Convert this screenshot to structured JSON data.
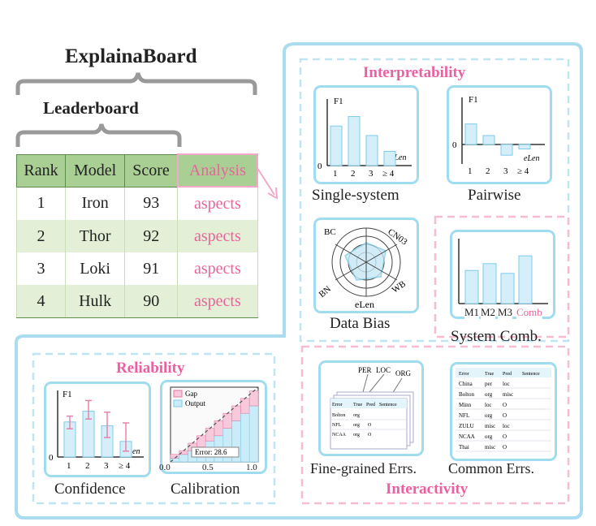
{
  "title": "ExplainaBoard",
  "subtitle": "Leaderboard",
  "table": {
    "headers": [
      "Rank",
      "Model",
      "Score",
      "Analysis"
    ],
    "rows": [
      {
        "rank": "1",
        "model": "Iron",
        "score": "93",
        "analysis": "aspects"
      },
      {
        "rank": "2",
        "model": "Thor",
        "score": "92",
        "analysis": "aspects"
      },
      {
        "rank": "3",
        "model": "Loki",
        "score": "91",
        "analysis": "aspects"
      },
      {
        "rank": "4",
        "model": "Hulk",
        "score": "90",
        "analysis": "aspects"
      }
    ]
  },
  "sections": {
    "interpretability": "Interpretability",
    "reliability": "Reliability",
    "interactivity": "Interactivity"
  },
  "cards": {
    "single_system": "Single-system",
    "pairwise": "Pairwise",
    "data_bias": "Data Bias",
    "system_comb": "System Comb.",
    "fine_grained": "Fine-grained Errs.",
    "common_errs": "Common Errs.",
    "confidence": "Confidence",
    "calibration": "Calibration"
  },
  "axis": {
    "f1": "F1",
    "elen": "eLen",
    "zero": "0",
    "bucket_ticks": [
      "1",
      "2",
      "3",
      "≥ 4"
    ],
    "comb_ticks": [
      "M1",
      "M2",
      "M3",
      "Comb"
    ],
    "calib_ticks": [
      "0.0",
      "0.5",
      "1.0"
    ]
  },
  "radar": {
    "labels": [
      "BC",
      "CN03",
      "BN",
      "WB",
      "eLen"
    ]
  },
  "calibration": {
    "legend": [
      "Gap",
      "Output"
    ],
    "error_label": "Error: 28.6"
  },
  "fine_grained": {
    "tags": [
      "PER",
      "LOC",
      "ORG"
    ],
    "headers": [
      "Error",
      "True",
      "Pred",
      "Sentence"
    ],
    "rows": [
      [
        "Bolton",
        "org",
        ""
      ],
      [
        "NFL",
        "org",
        "O"
      ],
      [
        "NCAA",
        "org",
        "O"
      ]
    ]
  },
  "common_errs": {
    "headers": [
      "Error",
      "True",
      "Pred",
      "Sentence"
    ],
    "rows": [
      [
        "China",
        "per",
        "loc"
      ],
      [
        "Bolton",
        "org",
        "misc"
      ],
      [
        "Minn",
        "loc",
        "O"
      ],
      [
        "NFL",
        "org",
        "O"
      ],
      [
        "ZULU",
        "misc",
        "loc"
      ],
      [
        "NCAA",
        "org",
        "O"
      ],
      [
        "Thai",
        "misc",
        "O"
      ]
    ]
  },
  "chart_data": [
    {
      "type": "bar",
      "name": "single-system",
      "categories": [
        "1",
        "2",
        "3",
        "≥ 4"
      ],
      "values": [
        5,
        6.2,
        3.8,
        1.8
      ],
      "xlabel": "eLen",
      "ylabel": "F1",
      "ylim": [
        0,
        8
      ]
    },
    {
      "type": "bar",
      "name": "pairwise",
      "categories": [
        "1",
        "2",
        "3",
        "≥ 4"
      ],
      "values": [
        2.3,
        1,
        -1.2,
        -0.5
      ],
      "xlabel": "eLen",
      "ylabel": "F1"
    },
    {
      "type": "bar",
      "name": "system-comb",
      "categories": [
        "M1",
        "M2",
        "M3",
        "Comb"
      ],
      "values": [
        3.4,
        4.1,
        3.1,
        4.9
      ]
    },
    {
      "type": "bar",
      "name": "confidence",
      "categories": [
        "1",
        "2",
        "3",
        "≥ 4"
      ],
      "values": [
        3.6,
        4.7,
        3.2,
        1.6
      ],
      "errors": [
        [
          2.9,
          4.2
        ],
        [
          3.9,
          5.8
        ],
        [
          2.0,
          4.6
        ],
        [
          0.6,
          3.5
        ]
      ],
      "xlabel": "eLen",
      "ylabel": "F1"
    },
    {
      "type": "bar",
      "name": "calibration",
      "categories": [
        "0.05",
        "0.15",
        "0.25",
        "0.35",
        "0.45",
        "0.55",
        "0.65",
        "0.75",
        "0.85",
        "0.95"
      ],
      "series": [
        {
          "name": "Output",
          "values": [
            0.05,
            0.1,
            0.15,
            0.2,
            0.28,
            0.35,
            0.45,
            0.55,
            0.65,
            0.75
          ]
        },
        {
          "name": "Gap",
          "values": [
            0.05,
            0.05,
            0.1,
            0.15,
            0.17,
            0.2,
            0.2,
            0.2,
            0.2,
            0.2
          ]
        }
      ]
    }
  ]
}
